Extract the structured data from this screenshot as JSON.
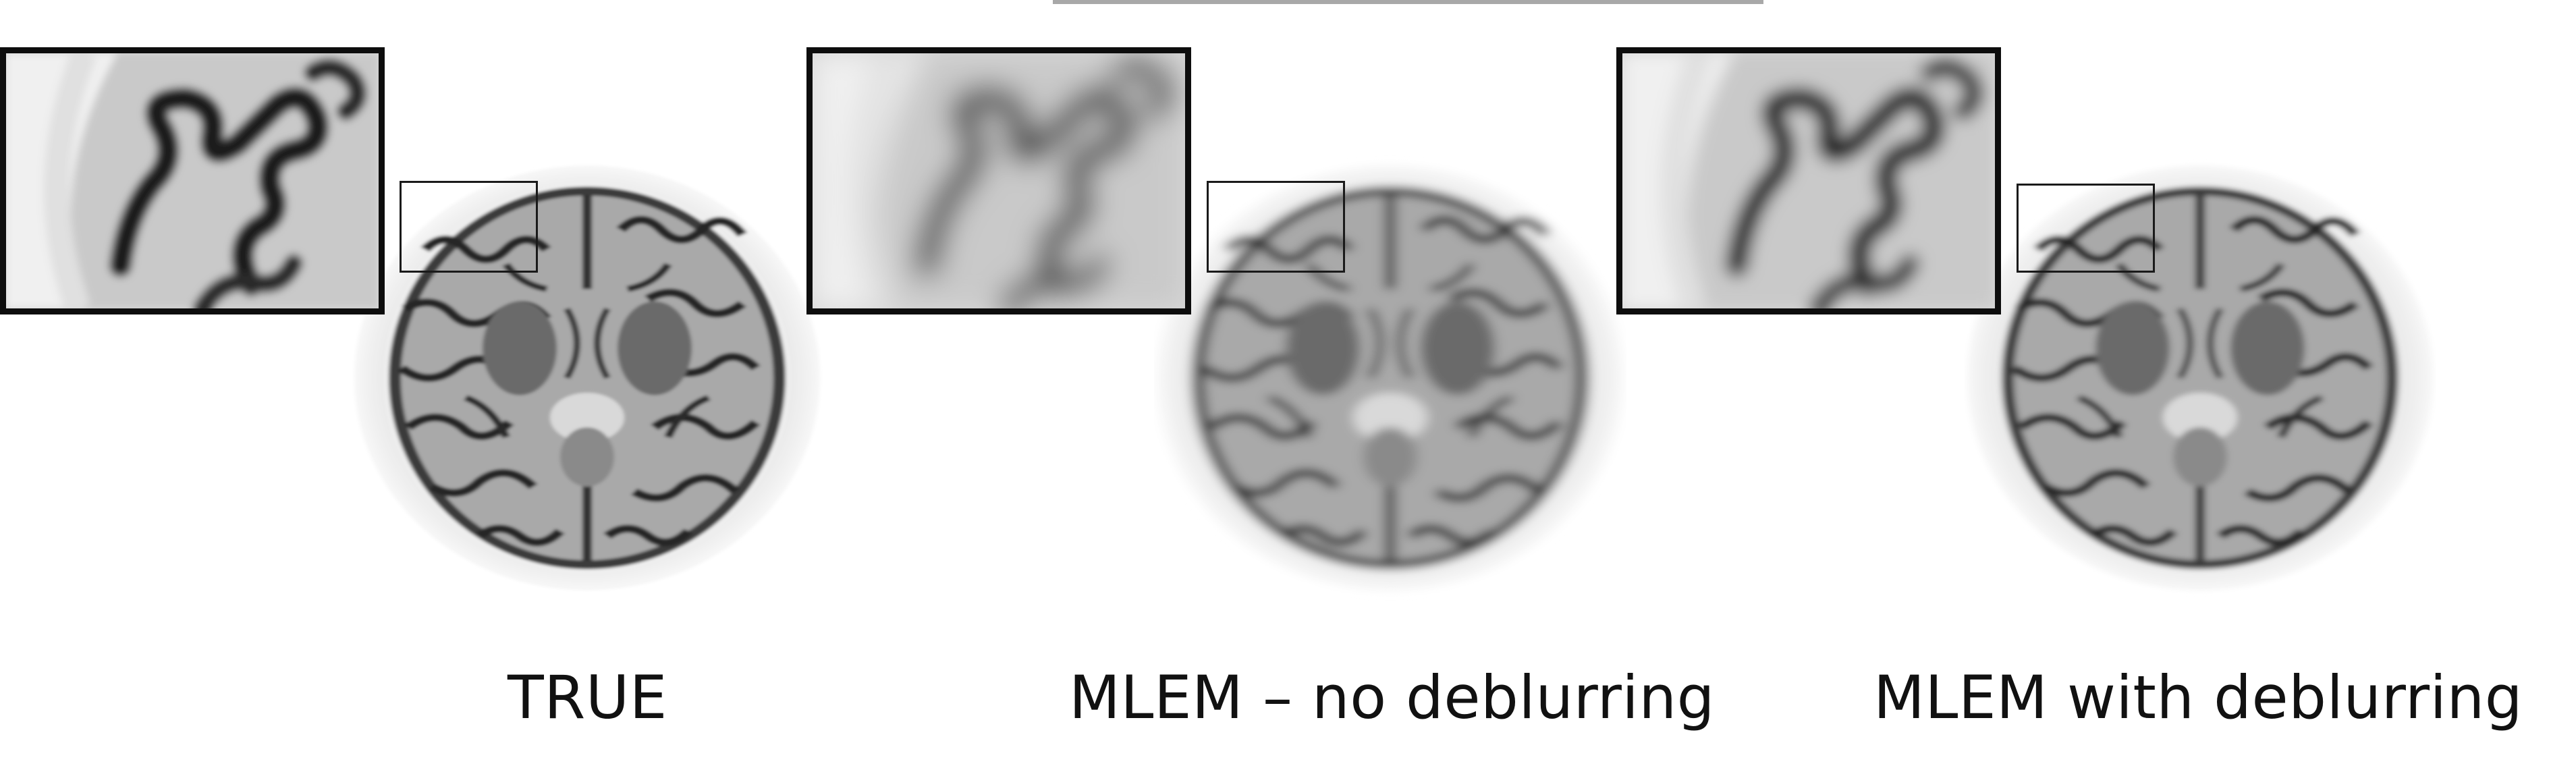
{
  "captions": {
    "true": "TRUE",
    "mlem_no_deblur": "MLEM – no deblurring",
    "mlem_deblur": "MLEM with deblurring"
  },
  "colors": {
    "inset_border": "#0d0d0d",
    "roi_box": "#1a1a1a",
    "skull_halo": "#e6e6e6",
    "brain_tissue": "#a8a8a8",
    "sulci": "#2a2a2a"
  }
}
